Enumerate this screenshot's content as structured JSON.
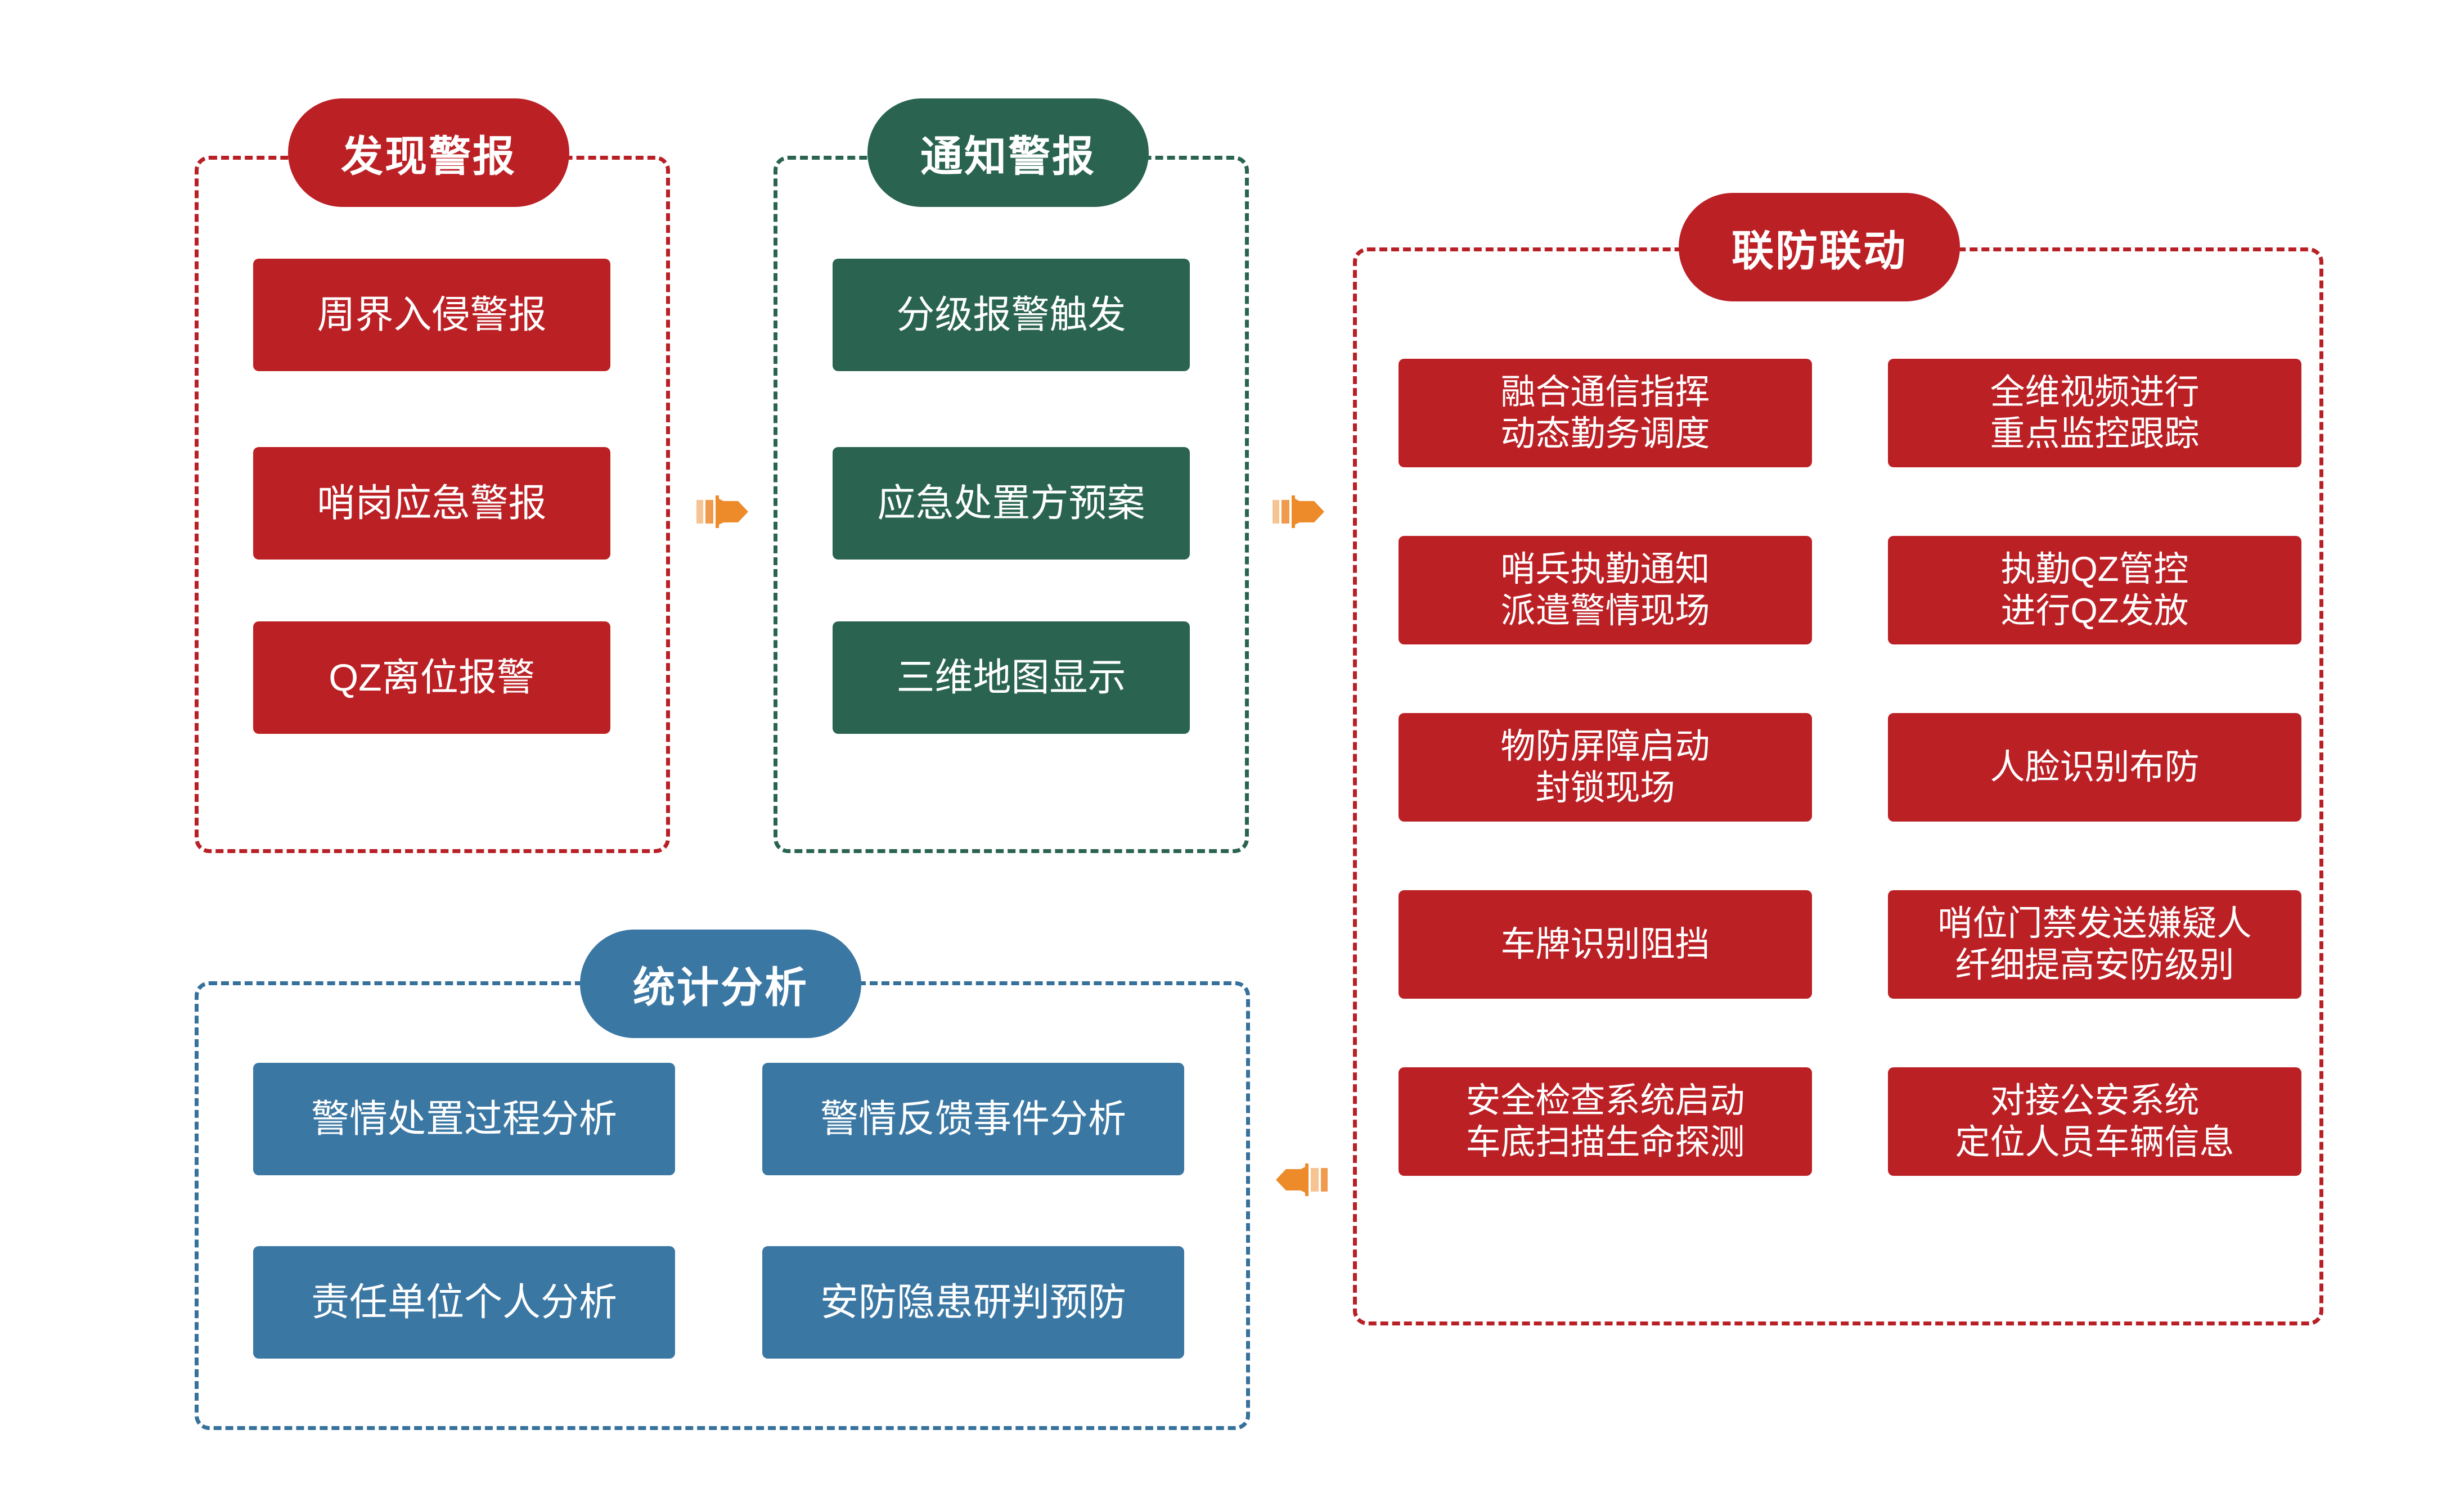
{
  "diagram": {
    "title_pills": {
      "discover": "发现警报",
      "notify": "通知警报",
      "joint": "联防联动",
      "stats": "统计分析"
    },
    "colors": {
      "red": "#bb2025",
      "green": "#2a6450",
      "blue": "#3b77a3",
      "arrow_orange": "#ed8b2b",
      "arrow_orange_light": "#f7c69b",
      "background": "#ffffff"
    },
    "sections": {
      "discover_alarm": {
        "label": "发现警报",
        "accent": "#bb2025",
        "items": [
          {
            "line1": "周界入侵警报"
          },
          {
            "line1": "哨岗应急警报"
          },
          {
            "line1": "QZ离位报警"
          }
        ]
      },
      "notify_alarm": {
        "label": "通知警报",
        "accent": "#2a6450",
        "items": [
          {
            "line1": "分级报警触发"
          },
          {
            "line1": "应急处置方预案"
          },
          {
            "line1": "三维地图显示"
          }
        ]
      },
      "joint_defense": {
        "label": "联防联动",
        "accent": "#bb2025",
        "left_items": [
          {
            "line1": "融合通信指挥",
            "line2": "动态勤务调度"
          },
          {
            "line1": "哨兵执勤通知",
            "line2": "派遣警情现场"
          },
          {
            "line1": "物防屏障启动",
            "line2": "封锁现场"
          },
          {
            "line1": "车牌识别阻挡",
            "line2": ""
          },
          {
            "line1": "安全检查系统启动",
            "line2": "车底扫描生命探测"
          }
        ],
        "right_items": [
          {
            "line1": "全维视频进行",
            "line2": "重点监控跟踪"
          },
          {
            "line1": "执勤QZ管控",
            "line2": "进行QZ发放"
          },
          {
            "line1": "人脸识别布防",
            "line2": ""
          },
          {
            "line1": "哨位门禁发送嫌疑人",
            "line2": "纤细提高安防级别"
          },
          {
            "line1": "对接公安系统",
            "line2": "定位人员车辆信息"
          }
        ]
      },
      "statistical_analysis": {
        "label": "统计分析",
        "accent": "#3b77a3",
        "items": [
          {
            "line1": "警情处置过程分析"
          },
          {
            "line1": "警情反馈事件分析"
          },
          {
            "line1": "责任单位个人分析"
          },
          {
            "line1": "安防隐患研判预防"
          }
        ]
      }
    },
    "arrows": [
      {
        "name": "arrow-discover-to-notify",
        "direction": "right"
      },
      {
        "name": "arrow-notify-to-joint",
        "direction": "right"
      },
      {
        "name": "arrow-joint-to-stats",
        "direction": "left"
      }
    ]
  }
}
